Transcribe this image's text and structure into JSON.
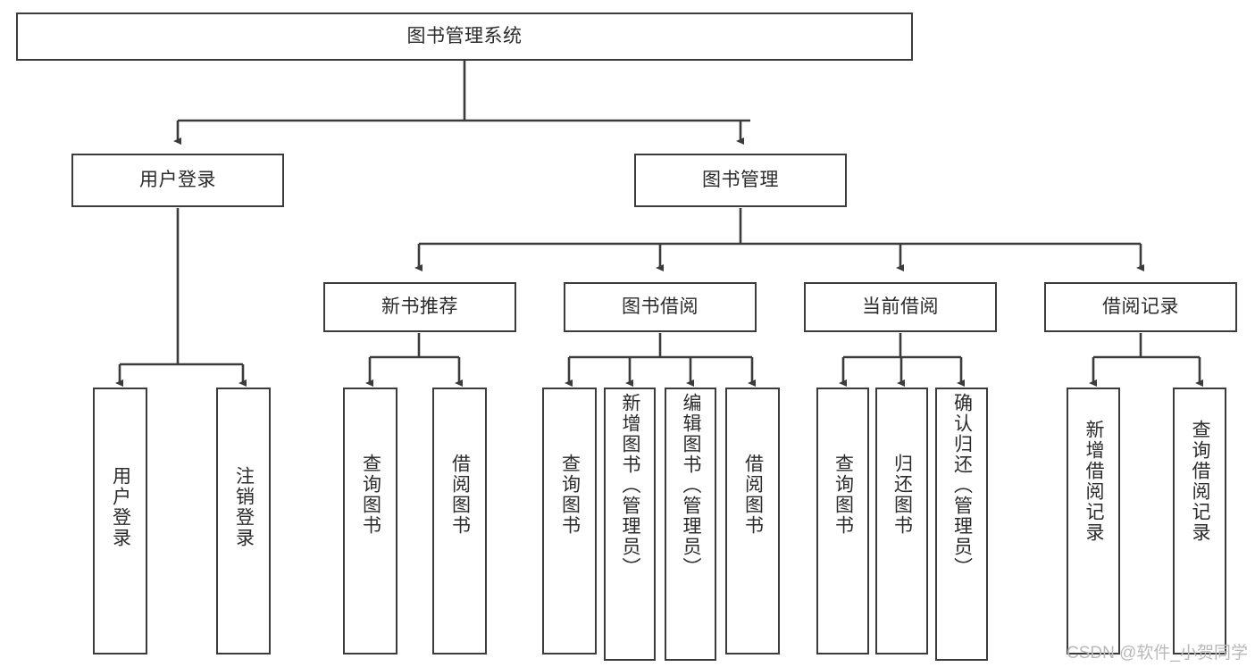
{
  "diagram": {
    "title": "图书管理系统",
    "type": "tree-hierarchy-chart",
    "root": {
      "label": "图书管理系统"
    },
    "level2": [
      {
        "label": "用户登录"
      },
      {
        "label": "图书管理"
      }
    ],
    "level3": [
      {
        "label": "新书推荐"
      },
      {
        "label": "图书借阅"
      },
      {
        "label": "当前借阅"
      },
      {
        "label": "借阅记录"
      }
    ],
    "leaves": {
      "user_login": [
        {
          "label": "用户登录"
        },
        {
          "label": "注销登录"
        }
      ],
      "new_book_recommend": [
        {
          "label": "查询图书"
        },
        {
          "label": "借阅图书"
        }
      ],
      "book_borrow": [
        {
          "label": "查询图书"
        },
        {
          "label": "新增图书（管理员）"
        },
        {
          "label": "编辑图书（管理员）"
        },
        {
          "label": "借阅图书"
        }
      ],
      "current_borrow": [
        {
          "label": "查询图书"
        },
        {
          "label": "归还图书"
        },
        {
          "label": "确认归还（管理员）"
        }
      ],
      "borrow_record": [
        {
          "label": "新增借阅记录"
        },
        {
          "label": "查询借阅记录"
        }
      ]
    },
    "watermark": "CSDN @软件_小贺同学",
    "colors": {
      "stroke": "#3b3b3b",
      "fill": "#ffffff",
      "text": "#2b2b2b",
      "watermark": "#b9b9b9"
    }
  }
}
